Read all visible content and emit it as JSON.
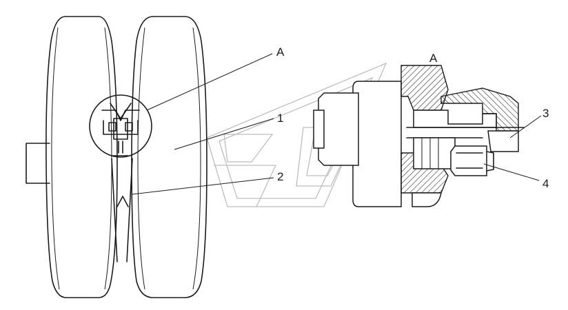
{
  "diagram": {
    "labels": {
      "detail_left": "A",
      "detail_right": "A",
      "part_1": "1",
      "part_2": "2",
      "part_3": "3",
      "part_4": "4"
    },
    "colors": {
      "ink": "#1a1a1a",
      "paper": "#ffffff",
      "watermark": "#bdbdbd"
    }
  }
}
